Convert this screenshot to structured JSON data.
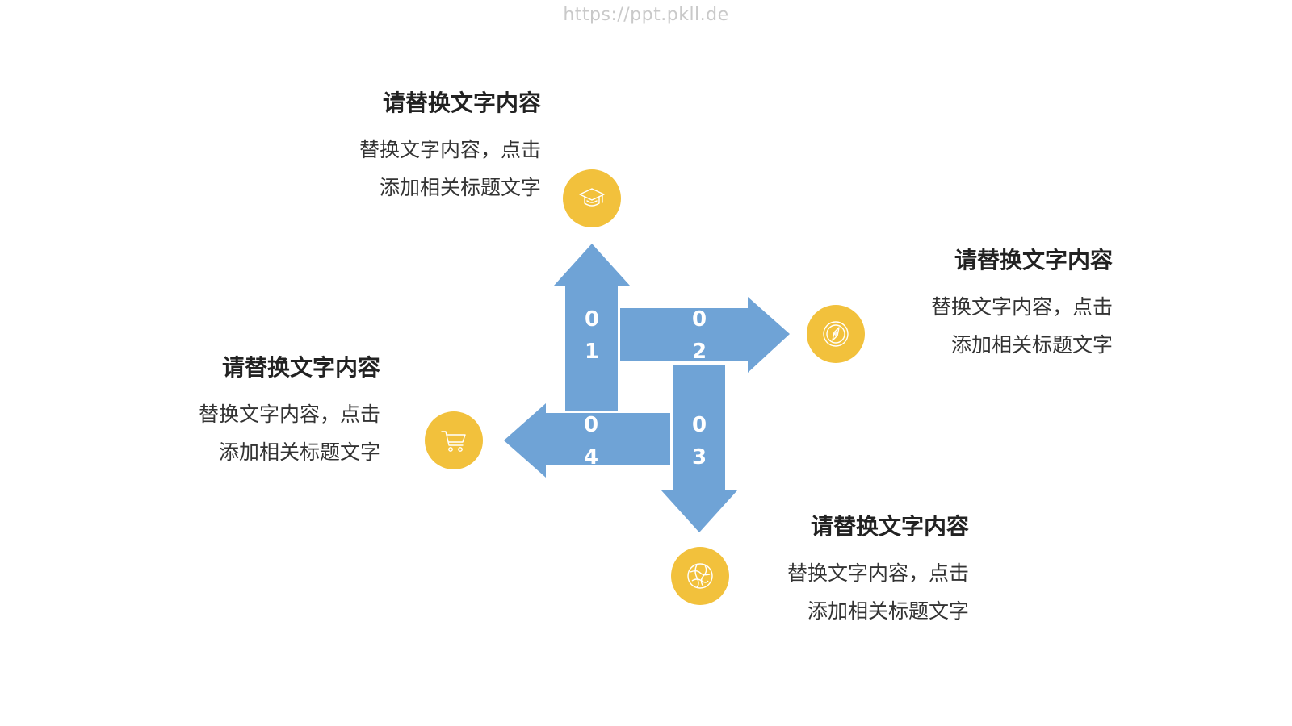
{
  "watermark": "https://ppt.pkll.de",
  "colors": {
    "arrow": "#6fa3d6",
    "badge": "#f2c13c",
    "number_text": "#ffffff"
  },
  "arrows": [
    {
      "digits": [
        "0",
        "1"
      ],
      "direction": "up"
    },
    {
      "digits": [
        "0",
        "2"
      ],
      "direction": "right"
    },
    {
      "digits": [
        "0",
        "3"
      ],
      "direction": "down"
    },
    {
      "digits": [
        "0",
        "4"
      ],
      "direction": "left"
    }
  ],
  "items": [
    {
      "title": "请替换文字内容",
      "line1": "替换文字内容，点击",
      "line2": "添加相关标题文字",
      "icon": "graduation-cap-icon"
    },
    {
      "title": "请替换文字内容",
      "line1": "替换文字内容，点击",
      "line2": "添加相关标题文字",
      "icon": "compass-icon"
    },
    {
      "title": "请替换文字内容",
      "line1": "替换文字内容，点击",
      "line2": "添加相关标题文字",
      "icon": "globe-icon"
    },
    {
      "title": "请替换文字内容",
      "line1": "替换文字内容，点击",
      "line2": "添加相关标题文字",
      "icon": "shopping-cart-icon"
    }
  ]
}
